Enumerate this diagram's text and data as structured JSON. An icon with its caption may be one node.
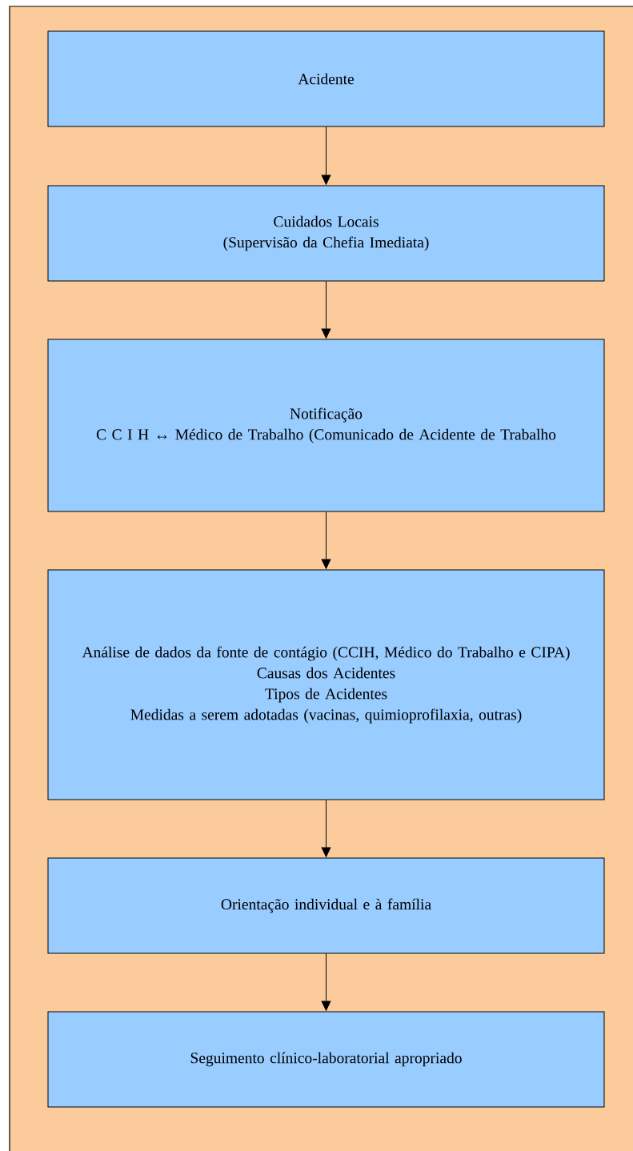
{
  "diagram": {
    "nodes": [
      {
        "text": [
          "Acidente"
        ]
      },
      {
        "text": [
          "Cuidados Locais",
          "(Supervisão da Chefia Imediata)"
        ]
      },
      {
        "text": [
          "Notificação",
          "C C I H ↔ Médico de Trabalho (Comunicado de Acidente de Trabalho"
        ]
      },
      {
        "text": [
          "Análise de dados da fonte de contágio (CCIH, Médico do Trabalho e CIPA)",
          "Causas dos Acidentes",
          "Tipos de Acidentes",
          "Medidas a serem adotadas (vacinas, quimioprofilaxia, outras)"
        ]
      },
      {
        "text": [
          "Orientação individual e à família"
        ]
      },
      {
        "text": [
          "Seguimento clínico-laboratorial apropriado"
        ]
      }
    ],
    "edges": [
      {
        "from": 0,
        "to": 1,
        "arrow": "to"
      },
      {
        "from": 1,
        "to": 2,
        "arrow": "to"
      },
      {
        "from": 2,
        "to": 3,
        "arrow": "to"
      },
      {
        "from": 3,
        "to": 4,
        "arrow": "to"
      },
      {
        "from": 4,
        "to": 5,
        "arrow": "to"
      }
    ]
  }
}
